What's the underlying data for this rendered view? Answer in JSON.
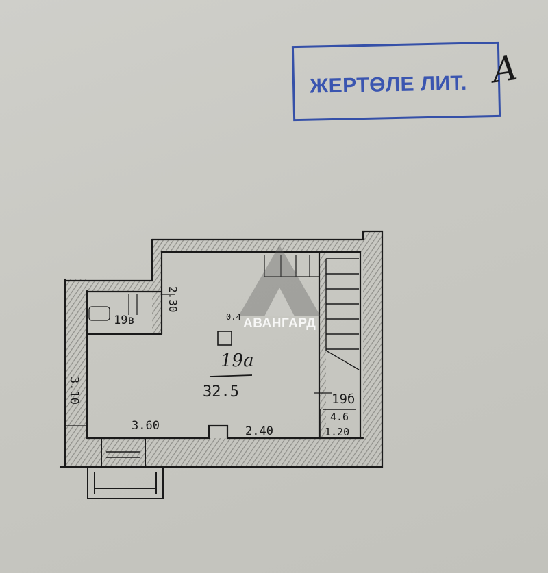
{
  "stamp": {
    "text": "ЖЕРТӨЛЕ ЛИТ.",
    "handwritten_mark": "А"
  },
  "watermark": {
    "text": "АВАНГАРД"
  },
  "plan": {
    "rooms": [
      {
        "id": "19a",
        "label": "19а",
        "area": "32.5"
      },
      {
        "id": "19b",
        "label": "19б",
        "area": "4.6",
        "width": "1.20"
      },
      {
        "id": "19v",
        "label": "19в"
      }
    ],
    "dimensions": {
      "left_height": "3.10",
      "niche_height": "2.30",
      "bottom_left": "3.60",
      "bottom_right": "2.40",
      "column": "0.4"
    }
  },
  "colors": {
    "stamp": "#3550a8",
    "ink": "#1a1a1a",
    "wall_hatch": "#8f8f8a"
  }
}
